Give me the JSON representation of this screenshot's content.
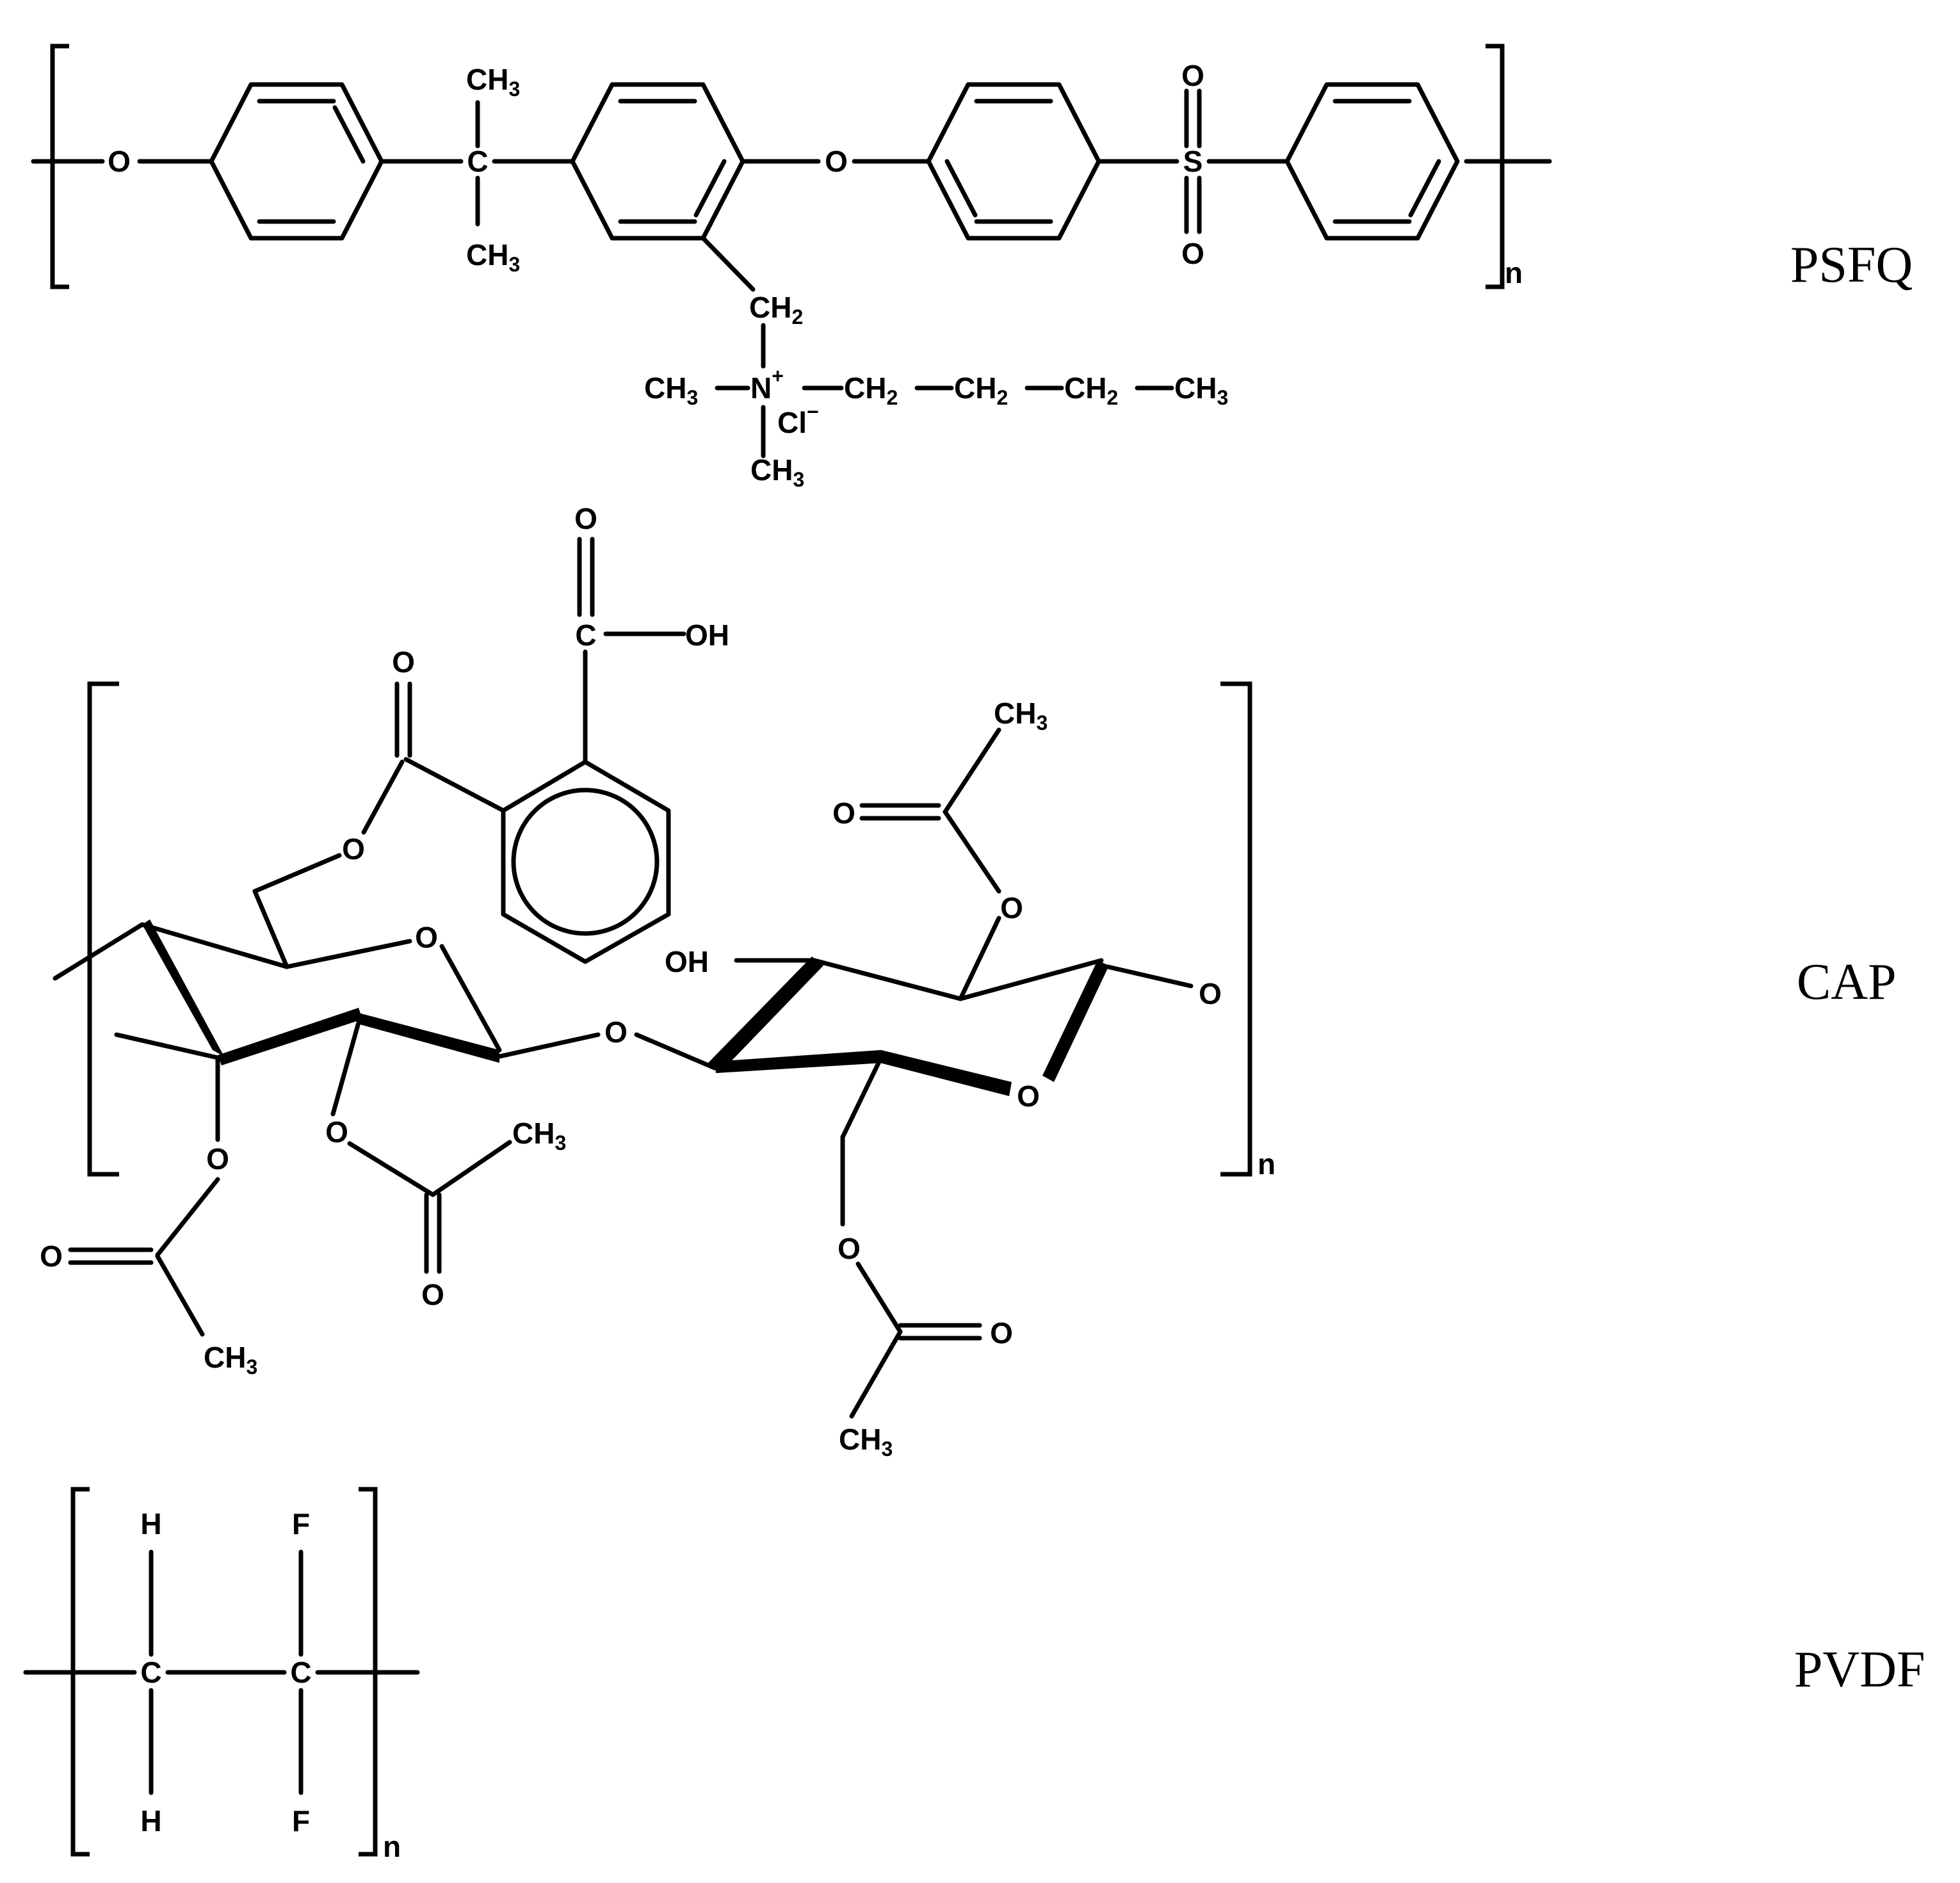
{
  "polymers": [
    {
      "name": "PSFQ",
      "labels": {
        "o1": "O",
        "c1": "C",
        "ch3_top": "CH",
        "ch3_top_sub": "3",
        "ch3_bot": "CH",
        "ch3_bot_sub": "3",
        "o2": "O",
        "s1": "S",
        "o_s_top": "O",
        "o_s_bot": "O",
        "ch2_side": "CH",
        "ch2_side_sub": "2",
        "n_ch3": "CH",
        "n_ch3_sub": "3",
        "n_plus": "N",
        "n_plus_sup": "+",
        "chain1": "CH",
        "chain1_sub": "2",
        "chain2": "CH",
        "chain2_sub": "2",
        "chain3": "CH",
        "chain3_sub": "2",
        "chain4": "CH",
        "chain4_sub": "3",
        "chloride": "Cl",
        "chloride_sup": "−",
        "n_ch3_bot": "CH",
        "n_ch3_bot_sub": "3",
        "repeat": "n"
      }
    },
    {
      "name": "CAP",
      "labels": {
        "cooh_o": "O",
        "cooh_c": "C",
        "cooh_oh": "OH",
        "ester_o_top": "O",
        "ester_o_link": "O",
        "ring1_o": "O",
        "glyc_o": "O",
        "oh": "OH",
        "ac_ch3_top": "CH",
        "ac_ch3_top_sub": "3",
        "ac_o_dbl_top": "O",
        "ac_o_link_top": "O",
        "ring2_o_end": "O",
        "ring2_o": "O",
        "ac_o_link_l1": "O",
        "ac_o_dbl_l1": "O",
        "ac_ch3_l1": "CH",
        "ac_ch3_l1_sub": "3",
        "ac_o_link_l2": "O",
        "ac_ch3_l2": "CH",
        "ac_ch3_l2_sub": "3",
        "ac_o_dbl_l2": "O",
        "ac_o_link_r": "O",
        "ac_o_dbl_r": "O",
        "ac_ch3_r": "CH",
        "ac_ch3_r_sub": "3",
        "repeat": "n"
      }
    },
    {
      "name": "PVDF",
      "labels": {
        "h_top": "H",
        "f_top": "F",
        "c_left": "C",
        "c_right": "C",
        "h_bot": "H",
        "f_bot": "F",
        "repeat": "n"
      }
    }
  ]
}
